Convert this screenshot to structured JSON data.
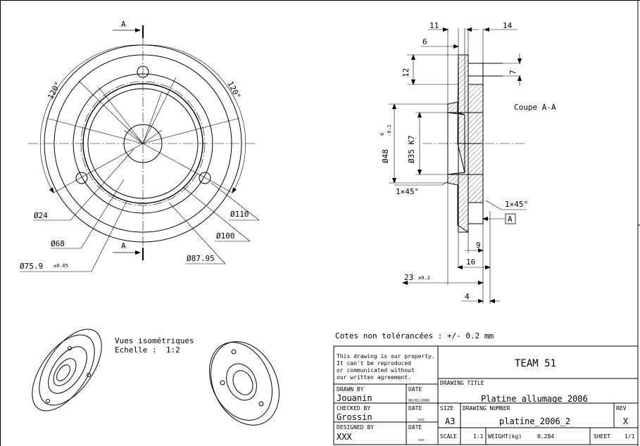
{
  "front_view": {
    "section_label": "A",
    "angle_left": "120°",
    "angle_right": "120°",
    "d24": "Ø24",
    "d68": "Ø68",
    "d75": "Ø75.9",
    "d75_tol": "±0.05",
    "d87": "Ø87.95",
    "d100": "Ø100",
    "d110": "Ø110"
  },
  "section_view": {
    "title": "Coupe A-A",
    "d11": "11",
    "d14": "14",
    "d6": "6",
    "d12": "12",
    "d7": "7",
    "d48": "Ø48",
    "d48_tol_upper": "0",
    "d48_tol_lower": "-0.1",
    "d35": "Ø35 K7",
    "chamfer_left": "1×45°",
    "chamfer_right": "1×45°",
    "datum": "A",
    "d9": "9",
    "d16": "16",
    "d23": "23",
    "d23_tol": "±0.2",
    "d4": "4"
  },
  "iso": {
    "title": "Vues isométriques",
    "scale": "Echelle :  1:2"
  },
  "tolerance_note": "Cotes non tolérancées : +/- 0.2 mm",
  "title_block": {
    "property_lines": [
      "This drawing is our property.",
      "It can't be reproduced",
      "or communicated without",
      "our written agreement."
    ],
    "company": "TEAM 51",
    "drawing_title_label": "DRAWING TITLE",
    "drawing_title": "Platine allumage 2006",
    "drawn_by_label": "DRAWN BY",
    "drawn_by": "Jouanin",
    "drawn_date_label": "DATE",
    "drawn_date": "06/01/2006",
    "checked_by_label": "CHECKED BY",
    "checked_by": "Grossin",
    "checked_date_label": "DATE",
    "checked_date": "xxx",
    "designed_by_label": "DESIGNED BY",
    "designed_by": "XXX",
    "designed_date_label": "DATE",
    "designed_date": "xxx",
    "size_label": "SIZE",
    "size": "A3",
    "drawing_number_label": "DRAWING NUMBER",
    "drawing_number": "platine_2006_2",
    "rev_label": "REV",
    "rev": "X",
    "scale_label": "SCALE",
    "scale": "1:1",
    "weight_label": "WEIGHT(kg)",
    "weight": "0.284",
    "sheet_label": "SHEET",
    "sheet": "1/1"
  }
}
